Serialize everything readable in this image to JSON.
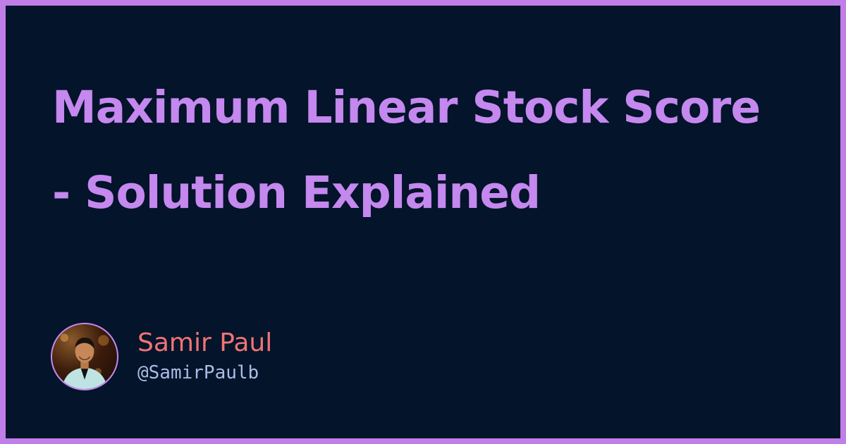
{
  "card": {
    "title": "Maximum Linear Stock Score - Solution Explained",
    "author": {
      "name": "Samir Paul",
      "handle": "@SamirPaulb",
      "avatar_icon": "author-photo"
    }
  },
  "colors": {
    "border": "#c07ee8",
    "background": "#04142b",
    "title": "#c488ee",
    "name": "#f07474",
    "handle": "#a9bde5"
  }
}
